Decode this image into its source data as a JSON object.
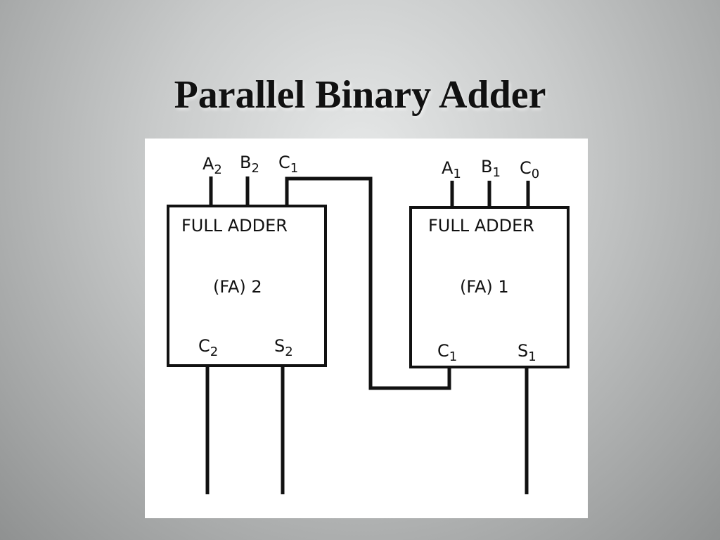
{
  "title": "Parallel Binary Adder",
  "fa2": {
    "heading": "FULL ADDER",
    "name": "(FA) 2",
    "inputs": [
      {
        "base": "A",
        "sub": "2"
      },
      {
        "base": "B",
        "sub": "2"
      },
      {
        "base": "C",
        "sub": "1"
      }
    ],
    "outputs": [
      {
        "base": "C",
        "sub": "2"
      },
      {
        "base": "S",
        "sub": "2"
      }
    ]
  },
  "fa1": {
    "heading": "FULL ADDER",
    "name": "(FA) 1",
    "inputs": [
      {
        "base": "A",
        "sub": "1"
      },
      {
        "base": "B",
        "sub": "1"
      },
      {
        "base": "C",
        "sub": "0"
      }
    ],
    "outputs": [
      {
        "base": "C",
        "sub": "1"
      },
      {
        "base": "S",
        "sub": "1"
      }
    ]
  }
}
